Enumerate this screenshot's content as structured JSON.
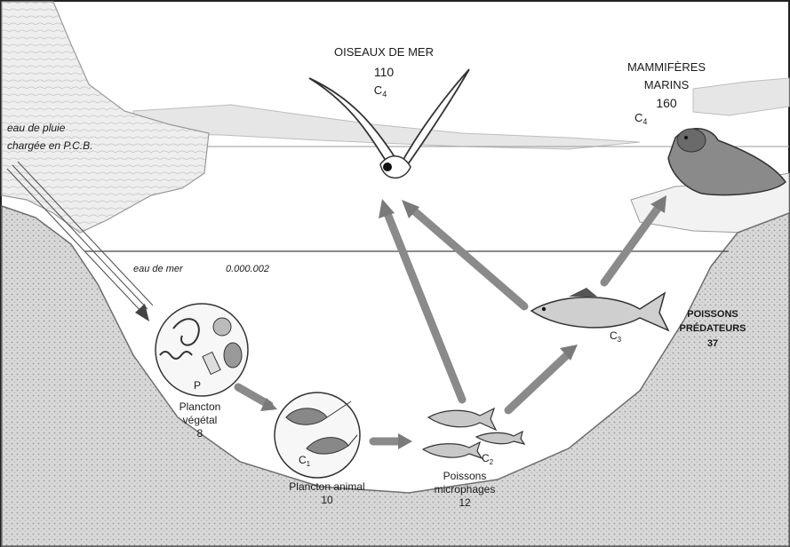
{
  "labels": {
    "birds": {
      "name": "OISEAUX DE MER",
      "value": "110",
      "level": "C"
    },
    "mammals": {
      "name_line1": "MAMMIFÈRES",
      "name_line2": "MARINS",
      "value": "160",
      "level": "C"
    },
    "rain": {
      "line1": "eau de pluie",
      "line2": "chargée en P.C.B."
    },
    "seawater": {
      "label": "eau de mer",
      "value": "0.000.002"
    },
    "phyto": {
      "marker": "P",
      "line1": "Plancton",
      "line2": "végétal",
      "value": "8"
    },
    "zoo": {
      "marker": "C",
      "line1": "Plancton animal",
      "value": "10"
    },
    "microfish": {
      "marker": "C",
      "line1": "Poissons",
      "line2": "microphages",
      "value": "12"
    },
    "predators": {
      "marker": "C",
      "line1": "POISSONS",
      "line2": "PRÉDATEURS",
      "value": "37"
    }
  },
  "colors": {
    "ink": "#1a1a1a",
    "arrow": "#8a8a8a",
    "ground": "#d4d4d4",
    "sky": "#ffffff"
  }
}
